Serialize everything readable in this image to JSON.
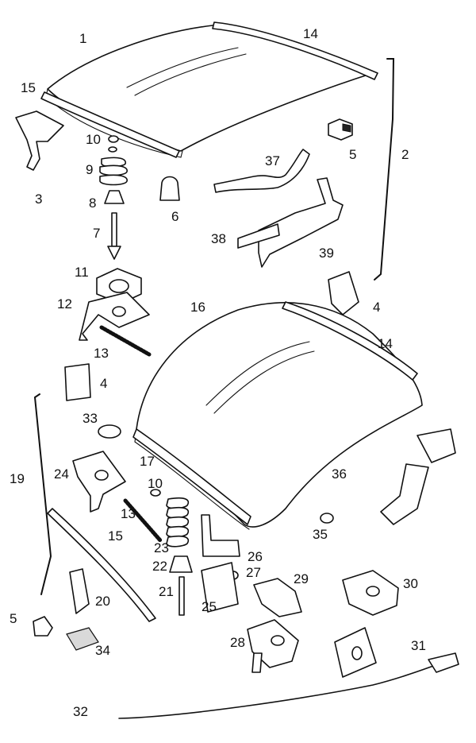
{
  "callouts": {
    "c1": "1",
    "c14a": "14",
    "c15a": "15",
    "c2": "2",
    "c3": "3",
    "c10a": "10",
    "c9": "9",
    "c8": "8",
    "c7": "7",
    "c6": "6",
    "c37": "37",
    "c5a": "5",
    "c38": "38",
    "c39": "39",
    "c11": "11",
    "c12": "12",
    "c13a": "13",
    "c16": "16",
    "c4a": "4",
    "c14b": "14",
    "c4b": "4",
    "c33": "33",
    "c17": "17",
    "c19": "19",
    "c24": "24",
    "c10b": "10",
    "c13b": "13",
    "c15b": "15",
    "c36": "36",
    "c23": "23",
    "c26": "26",
    "c35": "35",
    "c22": "22",
    "c27": "27",
    "c29": "29",
    "c30": "30",
    "c21": "21",
    "c20": "20",
    "c25": "25",
    "c5b": "5",
    "c34": "34",
    "c28": "28",
    "c31": "31",
    "c32": "32"
  }
}
